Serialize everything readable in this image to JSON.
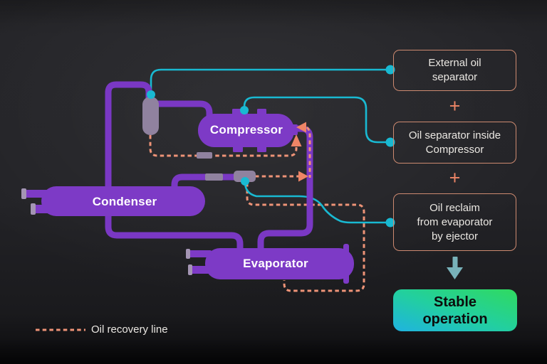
{
  "colors": {
    "pipe": "#7a38c4",
    "tank": "#7d3ac6",
    "lavender": "#90829f",
    "lavender2": "#a495b4",
    "teal": "#19b9d2",
    "muted-teal": "#78b2ba",
    "salmon": "#ee9377",
    "salmon2": "#ee8566",
    "box-border": "#cd8a70",
    "box-text": "#eae7e2",
    "result-from": "#30da5f",
    "result-mid": "#22cfa0",
    "result-to": "#1fb3e0",
    "result-text": "#0c0c0c",
    "label": "#ffffff"
  },
  "equipment": {
    "condenser": "Condenser",
    "compressor": "Compressor",
    "evaporator": "Evaporator"
  },
  "callouts": {
    "box1": {
      "lines": [
        "External oil",
        "separator"
      ]
    },
    "box2": {
      "lines": [
        "Oil separator inside",
        "Compressor"
      ]
    },
    "box3": {
      "lines": [
        "Oil reclaim",
        "from evaporator",
        "by ejector"
      ]
    },
    "plus": "+"
  },
  "result": {
    "lines": [
      "Stable",
      "operation"
    ]
  },
  "legend": {
    "label": "Oil recovery line"
  }
}
